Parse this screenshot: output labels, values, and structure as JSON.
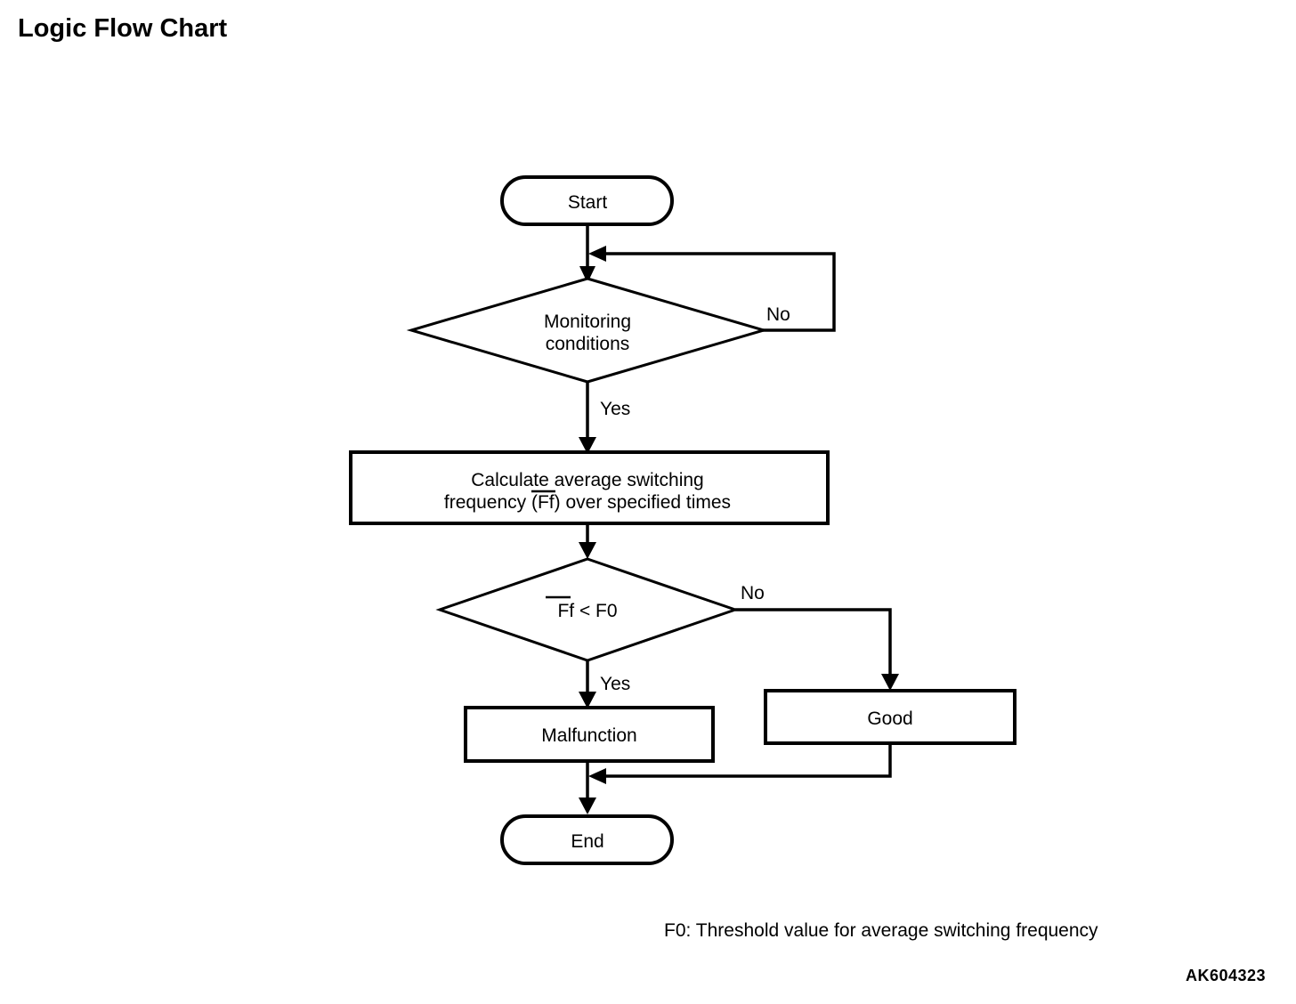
{
  "page": {
    "title": "Logic Flow Chart",
    "figure_code": "AK604323",
    "footnote": "F0: Threshold value for average switching frequency"
  },
  "chart_data": {
    "type": "diagram",
    "diagram_kind": "flowchart",
    "title": "Logic Flow Chart",
    "nodes": [
      {
        "id": "start",
        "shape": "terminator",
        "label": "Start"
      },
      {
        "id": "monitoring",
        "shape": "decision",
        "label_line1": "Monitoring",
        "label_line2": "conditions"
      },
      {
        "id": "calculate",
        "shape": "process",
        "label_line1": "Calculate average switching",
        "label_line2_pre": "frequency (",
        "label_line2_var": "Ff",
        "label_line2_post": ") over specified times"
      },
      {
        "id": "compare",
        "shape": "decision",
        "label_var": "Ff",
        "label_rest": "< F0"
      },
      {
        "id": "malfunction",
        "shape": "process",
        "label": "Malfunction"
      },
      {
        "id": "good",
        "shape": "process",
        "label": "Good"
      },
      {
        "id": "end",
        "shape": "terminator",
        "label": "End"
      }
    ],
    "edges": [
      {
        "from": "start",
        "to": "monitoring",
        "label": ""
      },
      {
        "from": "monitoring",
        "to": "monitoring",
        "label": "No",
        "note": "loops back above the decision"
      },
      {
        "from": "monitoring",
        "to": "calculate",
        "label": "Yes"
      },
      {
        "from": "calculate",
        "to": "compare",
        "label": ""
      },
      {
        "from": "compare",
        "to": "good",
        "label": "No"
      },
      {
        "from": "compare",
        "to": "malfunction",
        "label": "Yes"
      },
      {
        "from": "malfunction",
        "to": "end",
        "label": ""
      },
      {
        "from": "good",
        "to": "end",
        "label": ""
      }
    ],
    "branch_labels": {
      "monitoring_no": "No",
      "monitoring_yes": "Yes",
      "compare_no": "No",
      "compare_yes": "Yes"
    },
    "legend": "F0: Threshold value for average switching frequency",
    "colors": {
      "stroke": "#000000",
      "fill": "#ffffff",
      "text": "#000000"
    }
  }
}
